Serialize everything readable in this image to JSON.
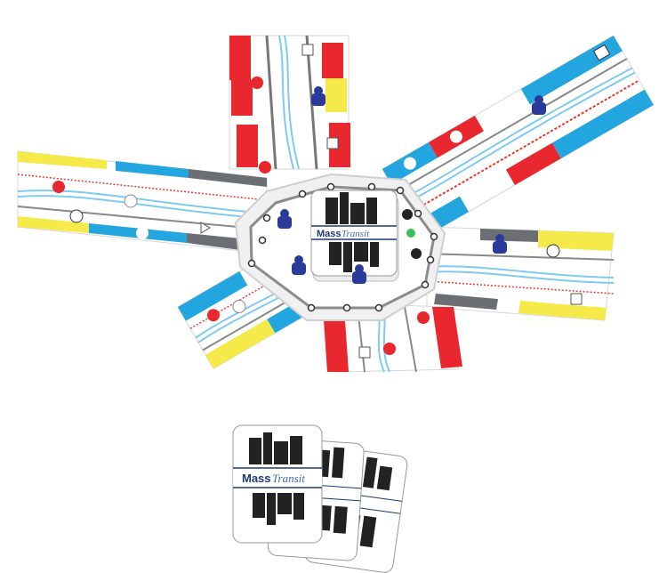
{
  "game": {
    "logo_word_1": "Mass",
    "logo_word_2": "Transit",
    "card_logo_word_1": "Mass",
    "card_logo_word_2": "Transit"
  },
  "colors": {
    "red": "#e8272f",
    "blue": "#23a6df",
    "yellow": "#f6e94a",
    "gray": "#6b6e72",
    "meeple": "#2a3a9a",
    "river": "#7fcbef",
    "rail": "#e63a2f"
  },
  "icons": [
    "stop-icon",
    "no-entry-icon",
    "bus-icon",
    "tram-icon",
    "building-icon",
    "house-icon",
    "arrow-icon"
  ]
}
